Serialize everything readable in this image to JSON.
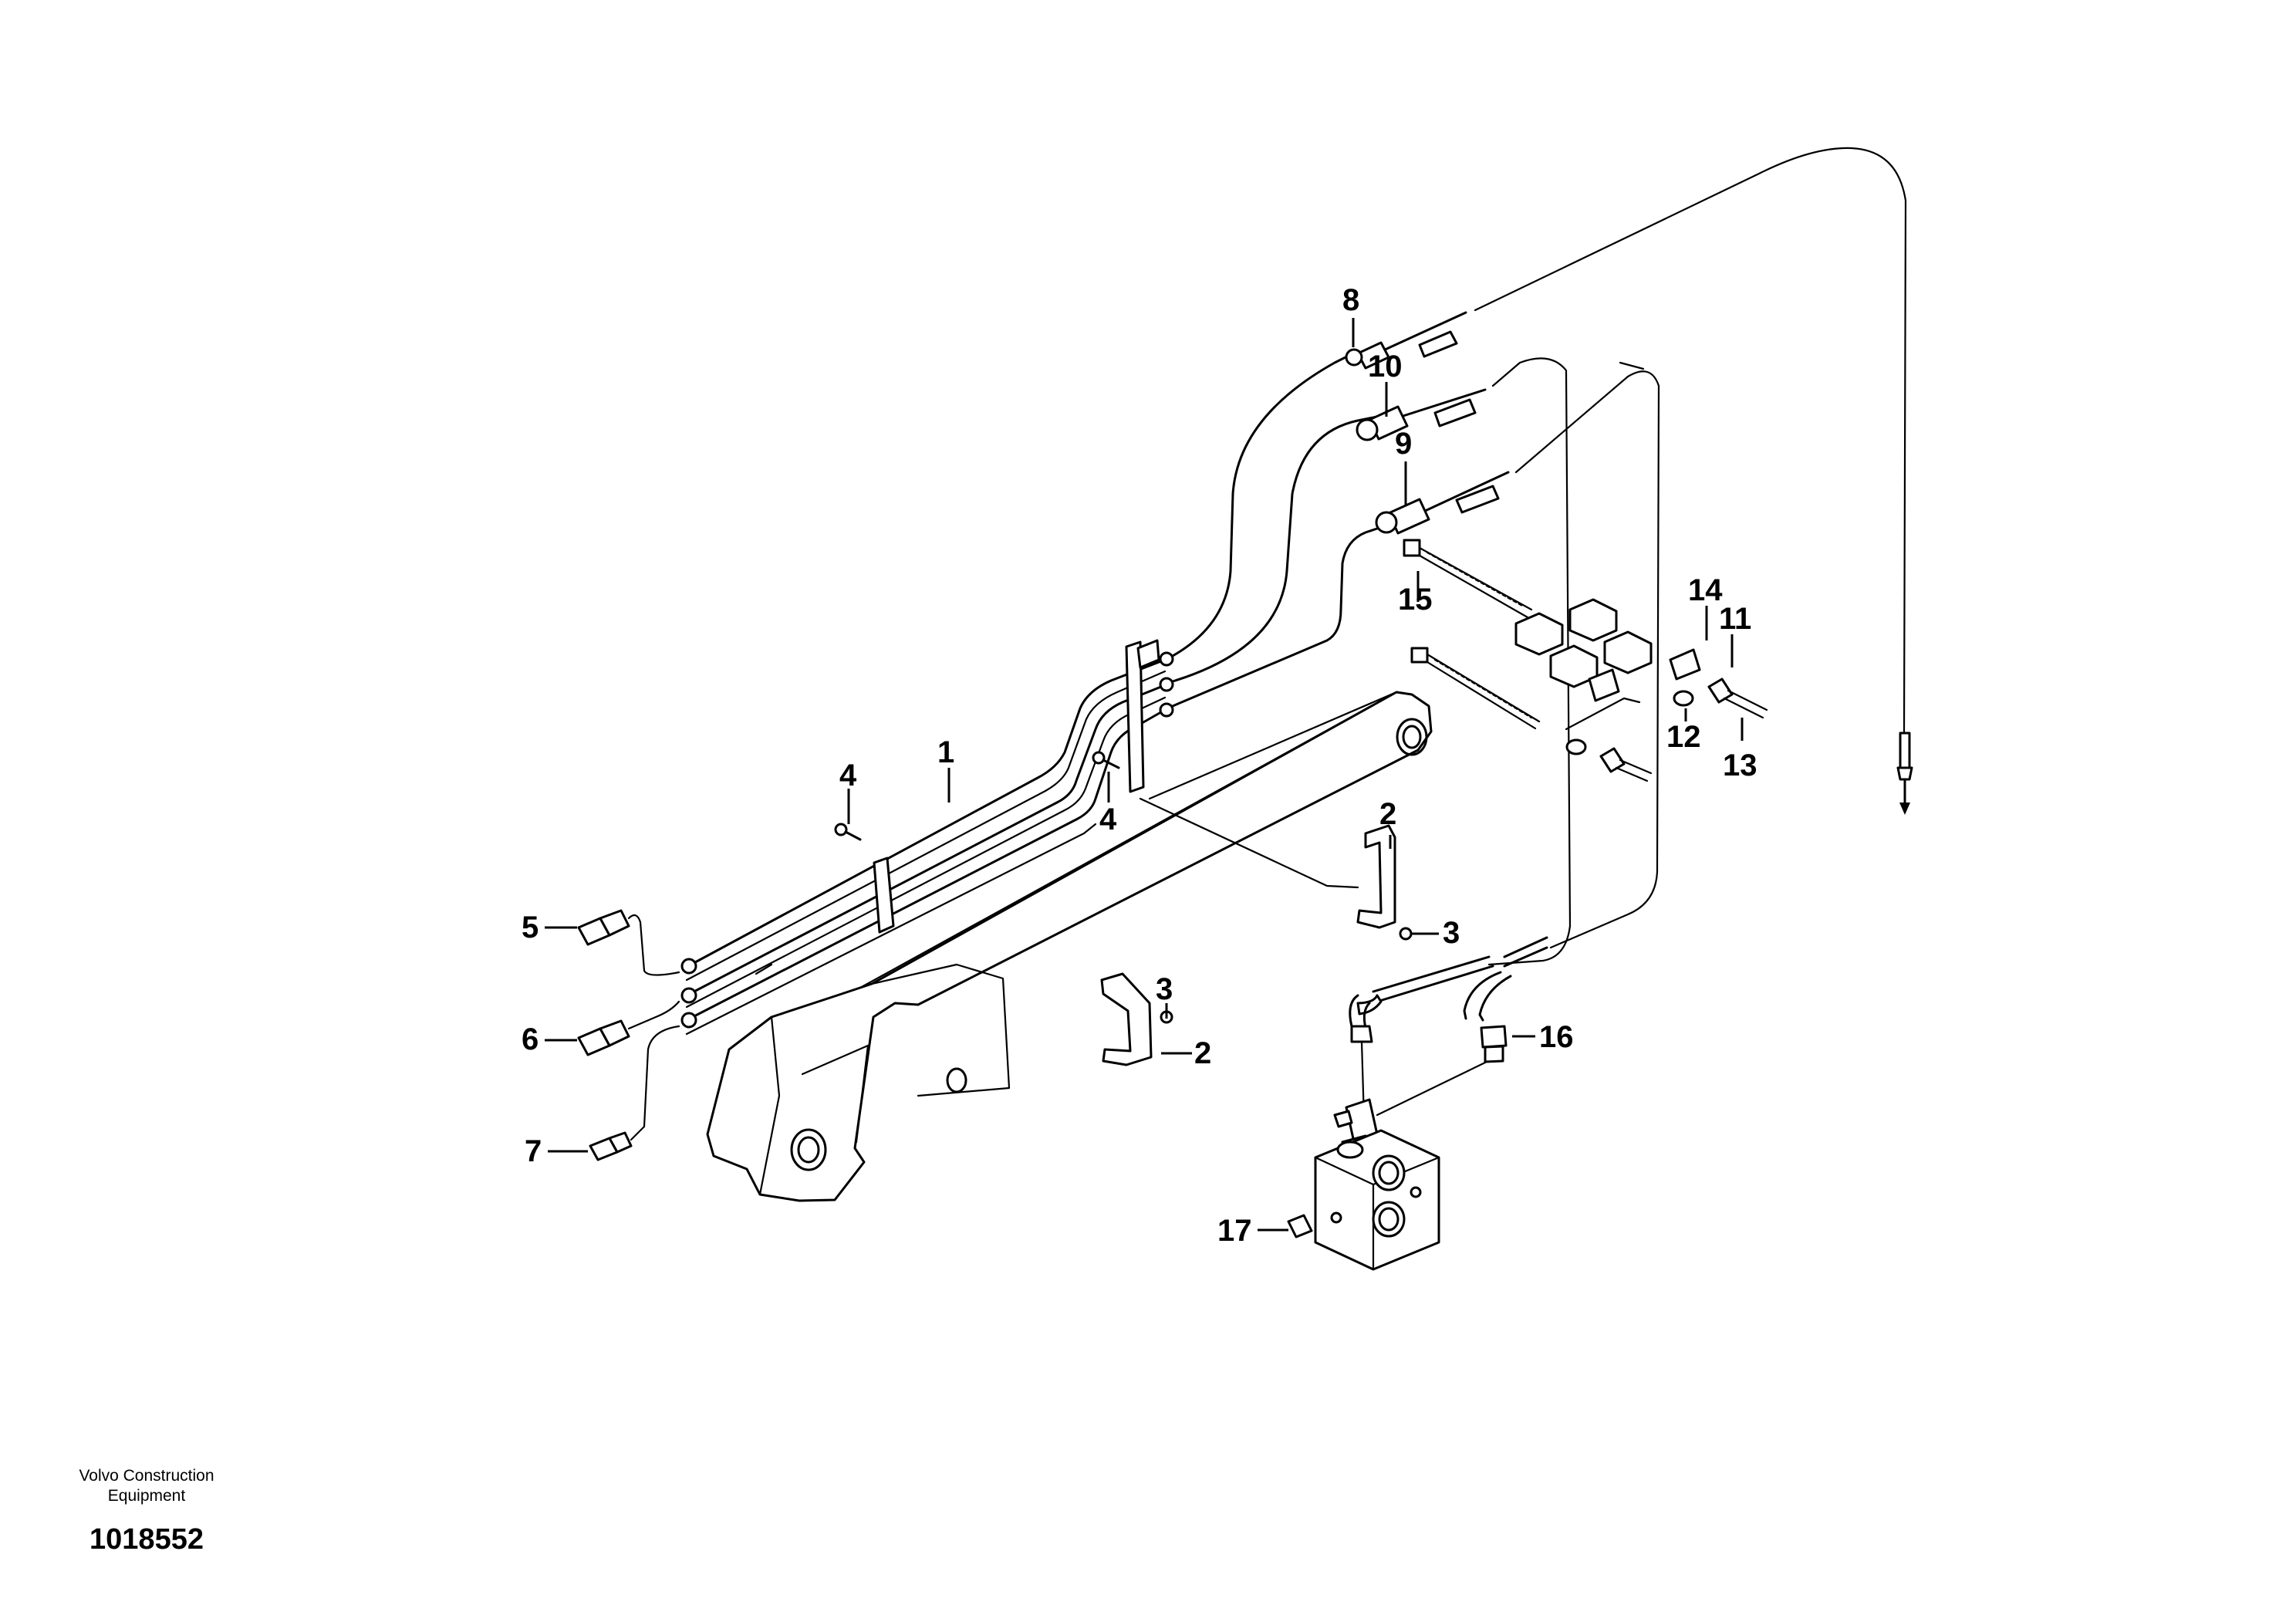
{
  "callouts": [
    "1",
    "2",
    "2",
    "3",
    "3",
    "4",
    "4",
    "5",
    "6",
    "7",
    "8",
    "9",
    "10",
    "11",
    "12",
    "13",
    "14",
    "15",
    "16",
    "17"
  ],
  "footer": {
    "brand_line1": "Volvo Construction",
    "brand_line2": "Equipment",
    "document_number": "1018552"
  }
}
